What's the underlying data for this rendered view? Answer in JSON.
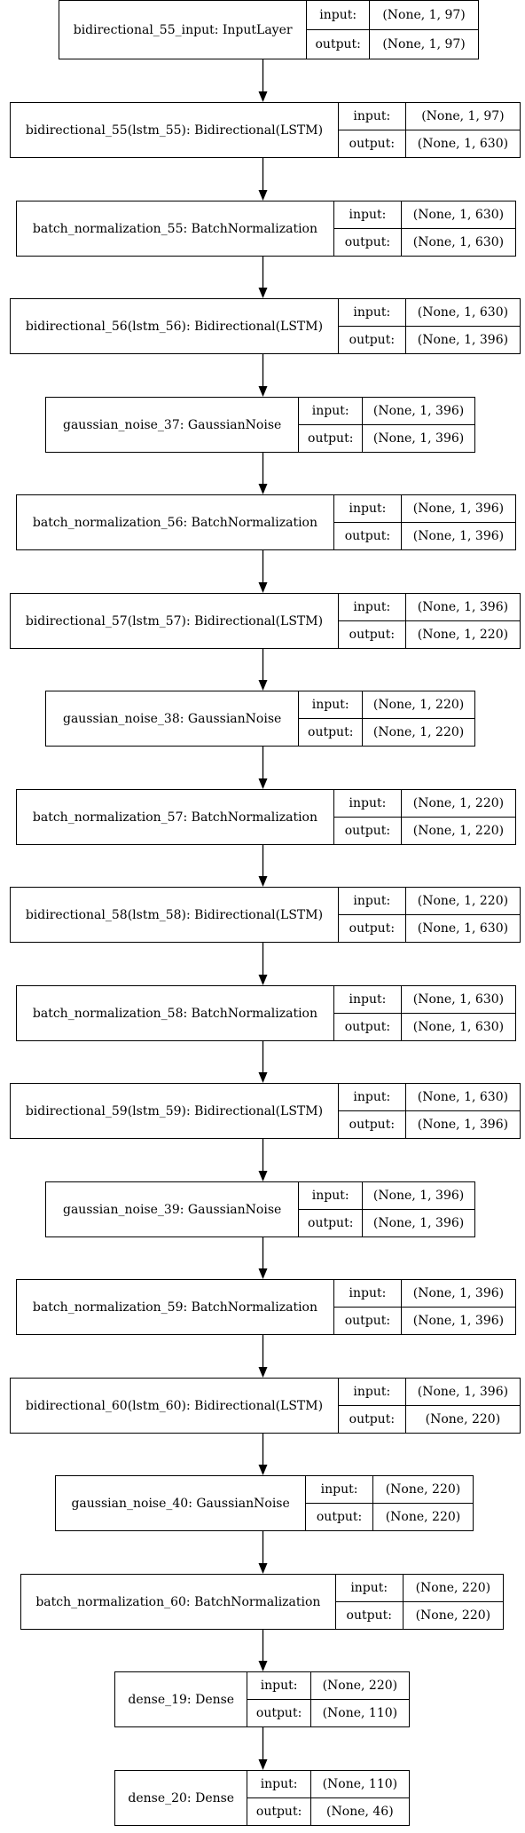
{
  "io_labels": {
    "input": "input:",
    "output": "output:"
  },
  "layers": [
    {
      "name": "bidirectional_55_input: InputLayer",
      "input": "(None, 1, 97)",
      "output": "(None, 1, 97)"
    },
    {
      "name": "bidirectional_55(lstm_55): Bidirectional(LSTM)",
      "input": "(None, 1, 97)",
      "output": "(None, 1, 630)"
    },
    {
      "name": "batch_normalization_55: BatchNormalization",
      "input": "(None, 1, 630)",
      "output": "(None, 1, 630)"
    },
    {
      "name": "bidirectional_56(lstm_56): Bidirectional(LSTM)",
      "input": "(None, 1, 630)",
      "output": "(None, 1, 396)"
    },
    {
      "name": "gaussian_noise_37: GaussianNoise",
      "input": "(None, 1, 396)",
      "output": "(None, 1, 396)"
    },
    {
      "name": "batch_normalization_56: BatchNormalization",
      "input": "(None, 1, 396)",
      "output": "(None, 1, 396)"
    },
    {
      "name": "bidirectional_57(lstm_57): Bidirectional(LSTM)",
      "input": "(None, 1, 396)",
      "output": "(None, 1, 220)"
    },
    {
      "name": "gaussian_noise_38: GaussianNoise",
      "input": "(None, 1, 220)",
      "output": "(None, 1, 220)"
    },
    {
      "name": "batch_normalization_57: BatchNormalization",
      "input": "(None, 1, 220)",
      "output": "(None, 1, 220)"
    },
    {
      "name": "bidirectional_58(lstm_58): Bidirectional(LSTM)",
      "input": "(None, 1, 220)",
      "output": "(None, 1, 630)"
    },
    {
      "name": "batch_normalization_58: BatchNormalization",
      "input": "(None, 1, 630)",
      "output": "(None, 1, 630)"
    },
    {
      "name": "bidirectional_59(lstm_59): Bidirectional(LSTM)",
      "input": "(None, 1, 630)",
      "output": "(None, 1, 396)"
    },
    {
      "name": "gaussian_noise_39: GaussianNoise",
      "input": "(None, 1, 396)",
      "output": "(None, 1, 396)"
    },
    {
      "name": "batch_normalization_59: BatchNormalization",
      "input": "(None, 1, 396)",
      "output": "(None, 1, 396)"
    },
    {
      "name": "bidirectional_60(lstm_60): Bidirectional(LSTM)",
      "input": "(None, 1, 396)",
      "output": "(None, 220)"
    },
    {
      "name": "gaussian_noise_40: GaussianNoise",
      "input": "(None, 220)",
      "output": "(None, 220)"
    },
    {
      "name": "batch_normalization_60: BatchNormalization",
      "input": "(None, 220)",
      "output": "(None, 220)"
    },
    {
      "name": "dense_19: Dense",
      "input": "(None, 220)",
      "output": "(None, 110)"
    },
    {
      "name": "dense_20: Dense",
      "input": "(None, 110)",
      "output": "(None, 46)"
    }
  ]
}
